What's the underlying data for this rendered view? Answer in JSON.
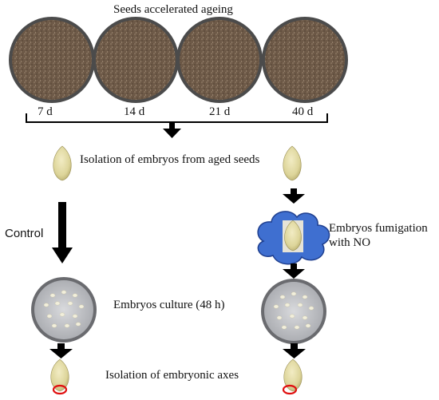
{
  "diagram": {
    "title": "Seeds accelerated ageing",
    "days": [
      "7 d",
      "14 d",
      "21 d",
      "40 d"
    ],
    "isolation_label": "Isolation of embryos from aged seeds",
    "control_label": "Control",
    "fumigation_label_line1": "Embryos fumigation",
    "fumigation_label_line2": "with NO",
    "culture_label": "Embryos culture (48 h)",
    "axes_label": "Isolation of embryonic axes"
  },
  "colors": {
    "soil": "#6e5a48",
    "dish_rim": "#5f5f5f",
    "embryo": "#ddd59a",
    "cloud_fill": "#3f6fd0",
    "cloud_stroke": "#1f3f8f",
    "axis_marker": "#e01010",
    "arrow": "#000000"
  }
}
